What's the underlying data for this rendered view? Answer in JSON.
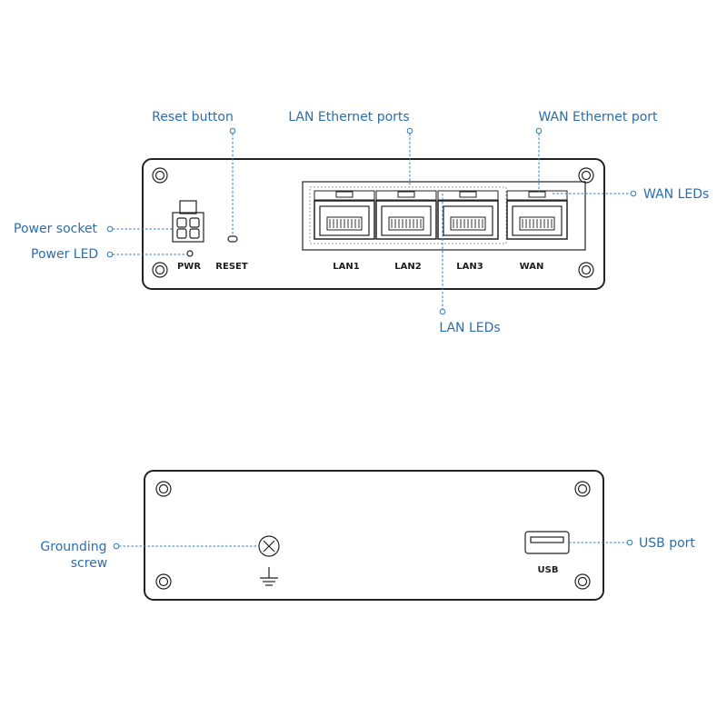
{
  "callouts": {
    "reset_button": "Reset button",
    "lan_ethernet_ports": "LAN Ethernet ports",
    "wan_ethernet_port": "WAN Ethernet port",
    "wan_leds": "WAN LEDs",
    "power_socket": "Power socket",
    "power_led": "Power LED",
    "lan_leds": "LAN LEDs",
    "grounding_screw_line1": "Grounding",
    "grounding_screw_line2": "screw",
    "usb_port": "USB port"
  },
  "front_panel": {
    "pwr": "PWR",
    "reset": "RESET",
    "ports": [
      "LAN1",
      "LAN2",
      "LAN3",
      "WAN"
    ]
  },
  "back_panel": {
    "usb": "USB"
  },
  "colors": {
    "callout_text": "#2b6ea8",
    "leader_line": "#2f7cc1",
    "device_outline": "#222222"
  }
}
